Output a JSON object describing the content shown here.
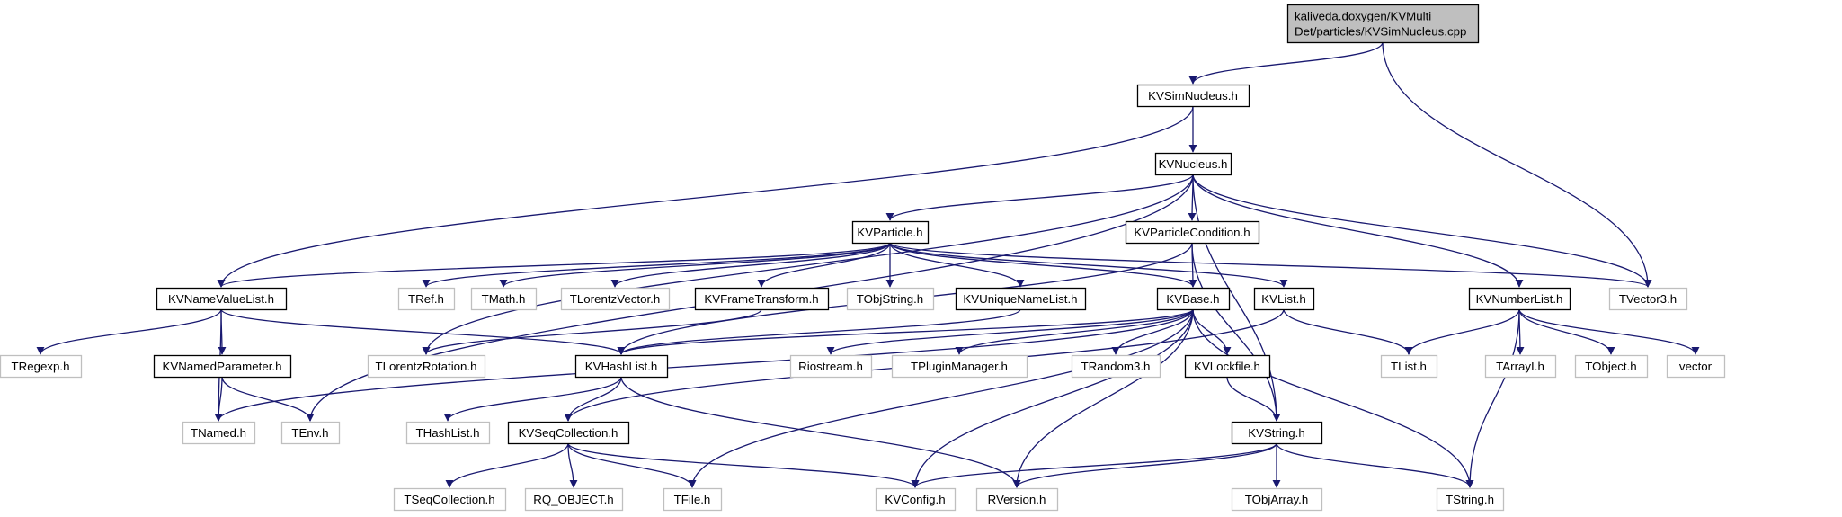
{
  "diagram": {
    "colors": {
      "edge": "#191970",
      "root_fill": "#bfbfbf",
      "root_border": "#000000",
      "project_border": "#000000",
      "external_border": "#bfbfbf",
      "external_text": "#000000",
      "background": "#ffffff"
    },
    "nodes": [
      {
        "id": "root",
        "kind": "root",
        "lines": [
          "kaliveda.doxygen/KVMulti",
          "Det/particles/KVSimNucleus.cpp"
        ]
      },
      {
        "id": "KVSimNucleus",
        "kind": "project",
        "lines": [
          "KVSimNucleus.h"
        ]
      },
      {
        "id": "KVNucleus",
        "kind": "project",
        "lines": [
          "KVNucleus.h"
        ]
      },
      {
        "id": "KVParticle",
        "kind": "project",
        "lines": [
          "KVParticle.h"
        ]
      },
      {
        "id": "KVParticleCondition",
        "kind": "project",
        "lines": [
          "KVParticleCondition.h"
        ]
      },
      {
        "id": "KVNameValueList",
        "kind": "project",
        "lines": [
          "KVNameValueList.h"
        ]
      },
      {
        "id": "TRef",
        "kind": "external",
        "lines": [
          "TRef.h"
        ]
      },
      {
        "id": "TMath",
        "kind": "external",
        "lines": [
          "TMath.h"
        ]
      },
      {
        "id": "TLorentzVector",
        "kind": "external",
        "lines": [
          "TLorentzVector.h"
        ]
      },
      {
        "id": "KVFrameTransform",
        "kind": "project",
        "lines": [
          "KVFrameTransform.h"
        ]
      },
      {
        "id": "TObjString",
        "kind": "external",
        "lines": [
          "TObjString.h"
        ]
      },
      {
        "id": "KVUniqueNameList",
        "kind": "project",
        "lines": [
          "KVUniqueNameList.h"
        ]
      },
      {
        "id": "KVBase",
        "kind": "project",
        "lines": [
          "KVBase.h"
        ]
      },
      {
        "id": "KVList",
        "kind": "project",
        "lines": [
          "KVList.h"
        ]
      },
      {
        "id": "KVNumberList",
        "kind": "project",
        "lines": [
          "KVNumberList.h"
        ]
      },
      {
        "id": "TVector3",
        "kind": "external",
        "lines": [
          "TVector3.h"
        ]
      },
      {
        "id": "TRegexp",
        "kind": "external",
        "lines": [
          "TRegexp.h"
        ]
      },
      {
        "id": "KVNamedParameter",
        "kind": "project",
        "lines": [
          "KVNamedParameter.h"
        ]
      },
      {
        "id": "TLorentzRotation",
        "kind": "external",
        "lines": [
          "TLorentzRotation.h"
        ]
      },
      {
        "id": "KVHashList",
        "kind": "project",
        "lines": [
          "KVHashList.h"
        ]
      },
      {
        "id": "Riostream",
        "kind": "external",
        "lines": [
          "Riostream.h"
        ]
      },
      {
        "id": "TPluginManager",
        "kind": "external",
        "lines": [
          "TPluginManager.h"
        ]
      },
      {
        "id": "TRandom3",
        "kind": "external",
        "lines": [
          "TRandom3.h"
        ]
      },
      {
        "id": "KVLockfile",
        "kind": "project",
        "lines": [
          "KVLockfile.h"
        ]
      },
      {
        "id": "TList",
        "kind": "external",
        "lines": [
          "TList.h"
        ]
      },
      {
        "id": "TArrayI",
        "kind": "external",
        "lines": [
          "TArrayI.h"
        ]
      },
      {
        "id": "TObject",
        "kind": "external",
        "lines": [
          "TObject.h"
        ]
      },
      {
        "id": "vector",
        "kind": "external",
        "lines": [
          "vector"
        ]
      },
      {
        "id": "TNamed",
        "kind": "external",
        "lines": [
          "TNamed.h"
        ]
      },
      {
        "id": "TEnv",
        "kind": "external",
        "lines": [
          "TEnv.h"
        ]
      },
      {
        "id": "THashList",
        "kind": "external",
        "lines": [
          "THashList.h"
        ]
      },
      {
        "id": "KVSeqCollection",
        "kind": "project",
        "lines": [
          "KVSeqCollection.h"
        ]
      },
      {
        "id": "KVString",
        "kind": "project",
        "lines": [
          "KVString.h"
        ]
      },
      {
        "id": "TSeqCollection",
        "kind": "external",
        "lines": [
          "TSeqCollection.h"
        ]
      },
      {
        "id": "RQ_OBJECT",
        "kind": "external",
        "lines": [
          "RQ_OBJECT.h"
        ]
      },
      {
        "id": "TFile",
        "kind": "external",
        "lines": [
          "TFile.h"
        ]
      },
      {
        "id": "KVConfig",
        "kind": "external",
        "lines": [
          "KVConfig.h"
        ]
      },
      {
        "id": "RVersion",
        "kind": "external",
        "lines": [
          "RVersion.h"
        ]
      },
      {
        "id": "TObjArray",
        "kind": "external",
        "lines": [
          "TObjArray.h"
        ]
      },
      {
        "id": "TString",
        "kind": "external",
        "lines": [
          "TString.h"
        ]
      }
    ],
    "edges": [
      [
        "root",
        "KVSimNucleus"
      ],
      [
        "root",
        "TVector3"
      ],
      [
        "KVSimNucleus",
        "KVNucleus"
      ],
      [
        "KVSimNucleus",
        "KVNameValueList"
      ],
      [
        "KVNucleus",
        "KVParticle"
      ],
      [
        "KVNucleus",
        "KVParticleCondition"
      ],
      [
        "KVNucleus",
        "KVNumberList"
      ],
      [
        "KVNucleus",
        "TVector3"
      ],
      [
        "KVNucleus",
        "KVString"
      ],
      [
        "KVNucleus",
        "TEnv"
      ],
      [
        "KVNucleus",
        "TLorentzRotation"
      ],
      [
        "KVParticle",
        "KVNameValueList"
      ],
      [
        "KVParticle",
        "TRef"
      ],
      [
        "KVParticle",
        "TMath"
      ],
      [
        "KVParticle",
        "TLorentzVector"
      ],
      [
        "KVParticle",
        "KVFrameTransform"
      ],
      [
        "KVParticle",
        "TObjString"
      ],
      [
        "KVParticle",
        "KVUniqueNameList"
      ],
      [
        "KVParticle",
        "KVBase"
      ],
      [
        "KVParticle",
        "KVList"
      ],
      [
        "KVParticle",
        "TVector3"
      ],
      [
        "KVParticleCondition",
        "KVBase"
      ],
      [
        "KVParticleCondition",
        "KVString"
      ],
      [
        "KVParticleCondition",
        "KVHashList"
      ],
      [
        "KVNameValueList",
        "TRegexp"
      ],
      [
        "KVNameValueList",
        "KVNamedParameter"
      ],
      [
        "KVNameValueList",
        "TNamed"
      ],
      [
        "KVNameValueList",
        "KVHashList"
      ],
      [
        "KVFrameTransform",
        "TLorentzRotation"
      ],
      [
        "KVUniqueNameList",
        "KVHashList"
      ],
      [
        "KVBase",
        "KVHashList"
      ],
      [
        "KVBase",
        "Riostream"
      ],
      [
        "KVBase",
        "TPluginManager"
      ],
      [
        "KVBase",
        "TRandom3"
      ],
      [
        "KVBase",
        "KVLockfile"
      ],
      [
        "KVBase",
        "TNamed"
      ],
      [
        "KVBase",
        "TFile"
      ],
      [
        "KVBase",
        "KVConfig"
      ],
      [
        "KVBase",
        "RVersion"
      ],
      [
        "KVBase",
        "TString"
      ],
      [
        "KVList",
        "TList"
      ],
      [
        "KVList",
        "KVSeqCollection"
      ],
      [
        "KVNumberList",
        "TList"
      ],
      [
        "KVNumberList",
        "TArrayI"
      ],
      [
        "KVNumberList",
        "TObject"
      ],
      [
        "KVNumberList",
        "vector"
      ],
      [
        "KVNumberList",
        "TString"
      ],
      [
        "KVNamedParameter",
        "TNamed"
      ],
      [
        "KVNamedParameter",
        "TEnv"
      ],
      [
        "KVHashList",
        "THashList"
      ],
      [
        "KVHashList",
        "KVSeqCollection"
      ],
      [
        "KVHashList",
        "RVersion"
      ],
      [
        "KVLockfile",
        "KVString"
      ],
      [
        "KVSeqCollection",
        "TSeqCollection"
      ],
      [
        "KVSeqCollection",
        "RQ_OBJECT"
      ],
      [
        "KVSeqCollection",
        "TFile"
      ],
      [
        "KVSeqCollection",
        "KVConfig"
      ],
      [
        "KVString",
        "KVConfig"
      ],
      [
        "KVString",
        "RVersion"
      ],
      [
        "KVString",
        "TObjArray"
      ],
      [
        "KVString",
        "TString"
      ]
    ]
  }
}
